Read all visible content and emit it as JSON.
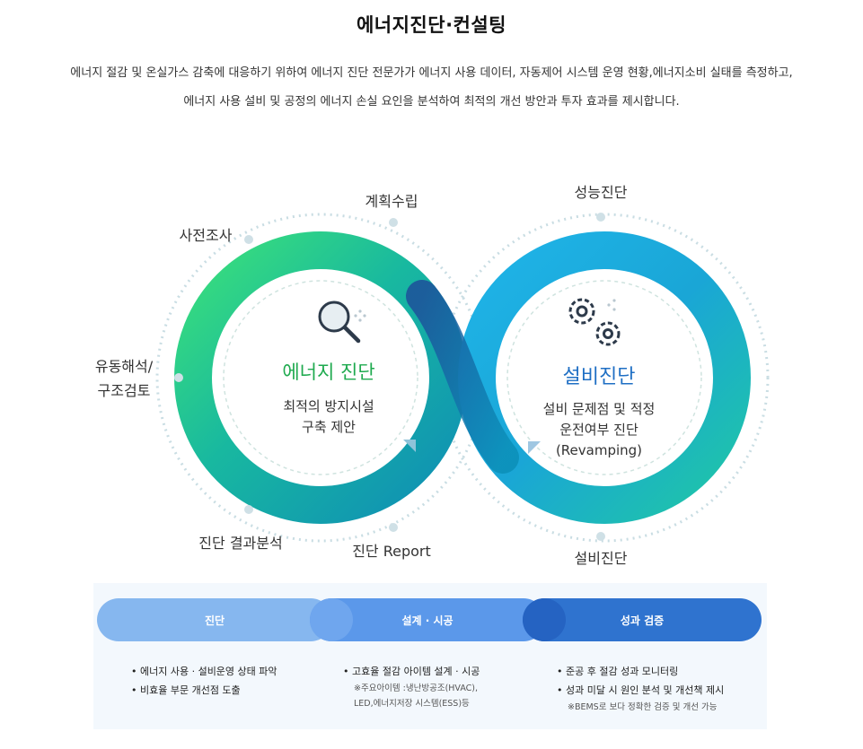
{
  "page": {
    "title": "에너지진단·컨설팅",
    "description_line1": "에너지 절감 및 온실가스 감축에 대응하기 위하여 에너지 진단 전문가가 에너지 사용 데이터, 자동제어 시스템 운영 현황,에너지소비 실태를 측정하고,",
    "description_line2": "에너지 사용 설비 및 공정의 에너지 손실 요인을 분석하여 최적의 개선 방안과 투자 효과를 제시합니다."
  },
  "diagram": {
    "left_loop": {
      "title": "에너지 진단",
      "subtitle_line1": "최적의 방지시설",
      "subtitle_line2": "구축 제안",
      "icon": "magnifier-icon",
      "accent_color": "#1faa4f"
    },
    "right_loop": {
      "title": "설비진단",
      "subtitle_line1": "설비 문제점 및 적정",
      "subtitle_line2": "운전여부 진단",
      "subtitle_line3": "(Revamping)",
      "icon": "gears-icon",
      "accent_color": "#1f6fc4"
    },
    "steps": {
      "pre_survey": "사전조사",
      "planning": "계획수립",
      "flow_line1": "유동해석/",
      "flow_line2": "구조검토",
      "result_analysis": "진단 결과분석",
      "report": "진단 Report",
      "performance": "성능진단",
      "equipment": "설비진단"
    }
  },
  "process": {
    "stages": [
      {
        "label": "진단",
        "color": "#86b7ef"
      },
      {
        "label": "설계 · 시공",
        "color": "#5b98ea"
      },
      {
        "label": "성과 검증",
        "color": "#2f73cf"
      }
    ],
    "col1": {
      "item1": "• 에너지 사용 · 설비운영 상태 파악",
      "item2": "• 비효율 부문 개선점 도출"
    },
    "col2": {
      "item1": "• 고효율 절감 아이템 설계 · 시공",
      "note1": "※주요아이템 :냉난방공조(HVAC),",
      "note2": "LED,에너지저장 시스템(ESS)등"
    },
    "col3": {
      "item1": "• 준공 후 절감 성과 모니터링",
      "item2": "• 성과 미달 시 원인 분석 및 개선책 제시",
      "note1": "※BEMS로 보다 정확한 검증 및 개선 가능"
    }
  }
}
